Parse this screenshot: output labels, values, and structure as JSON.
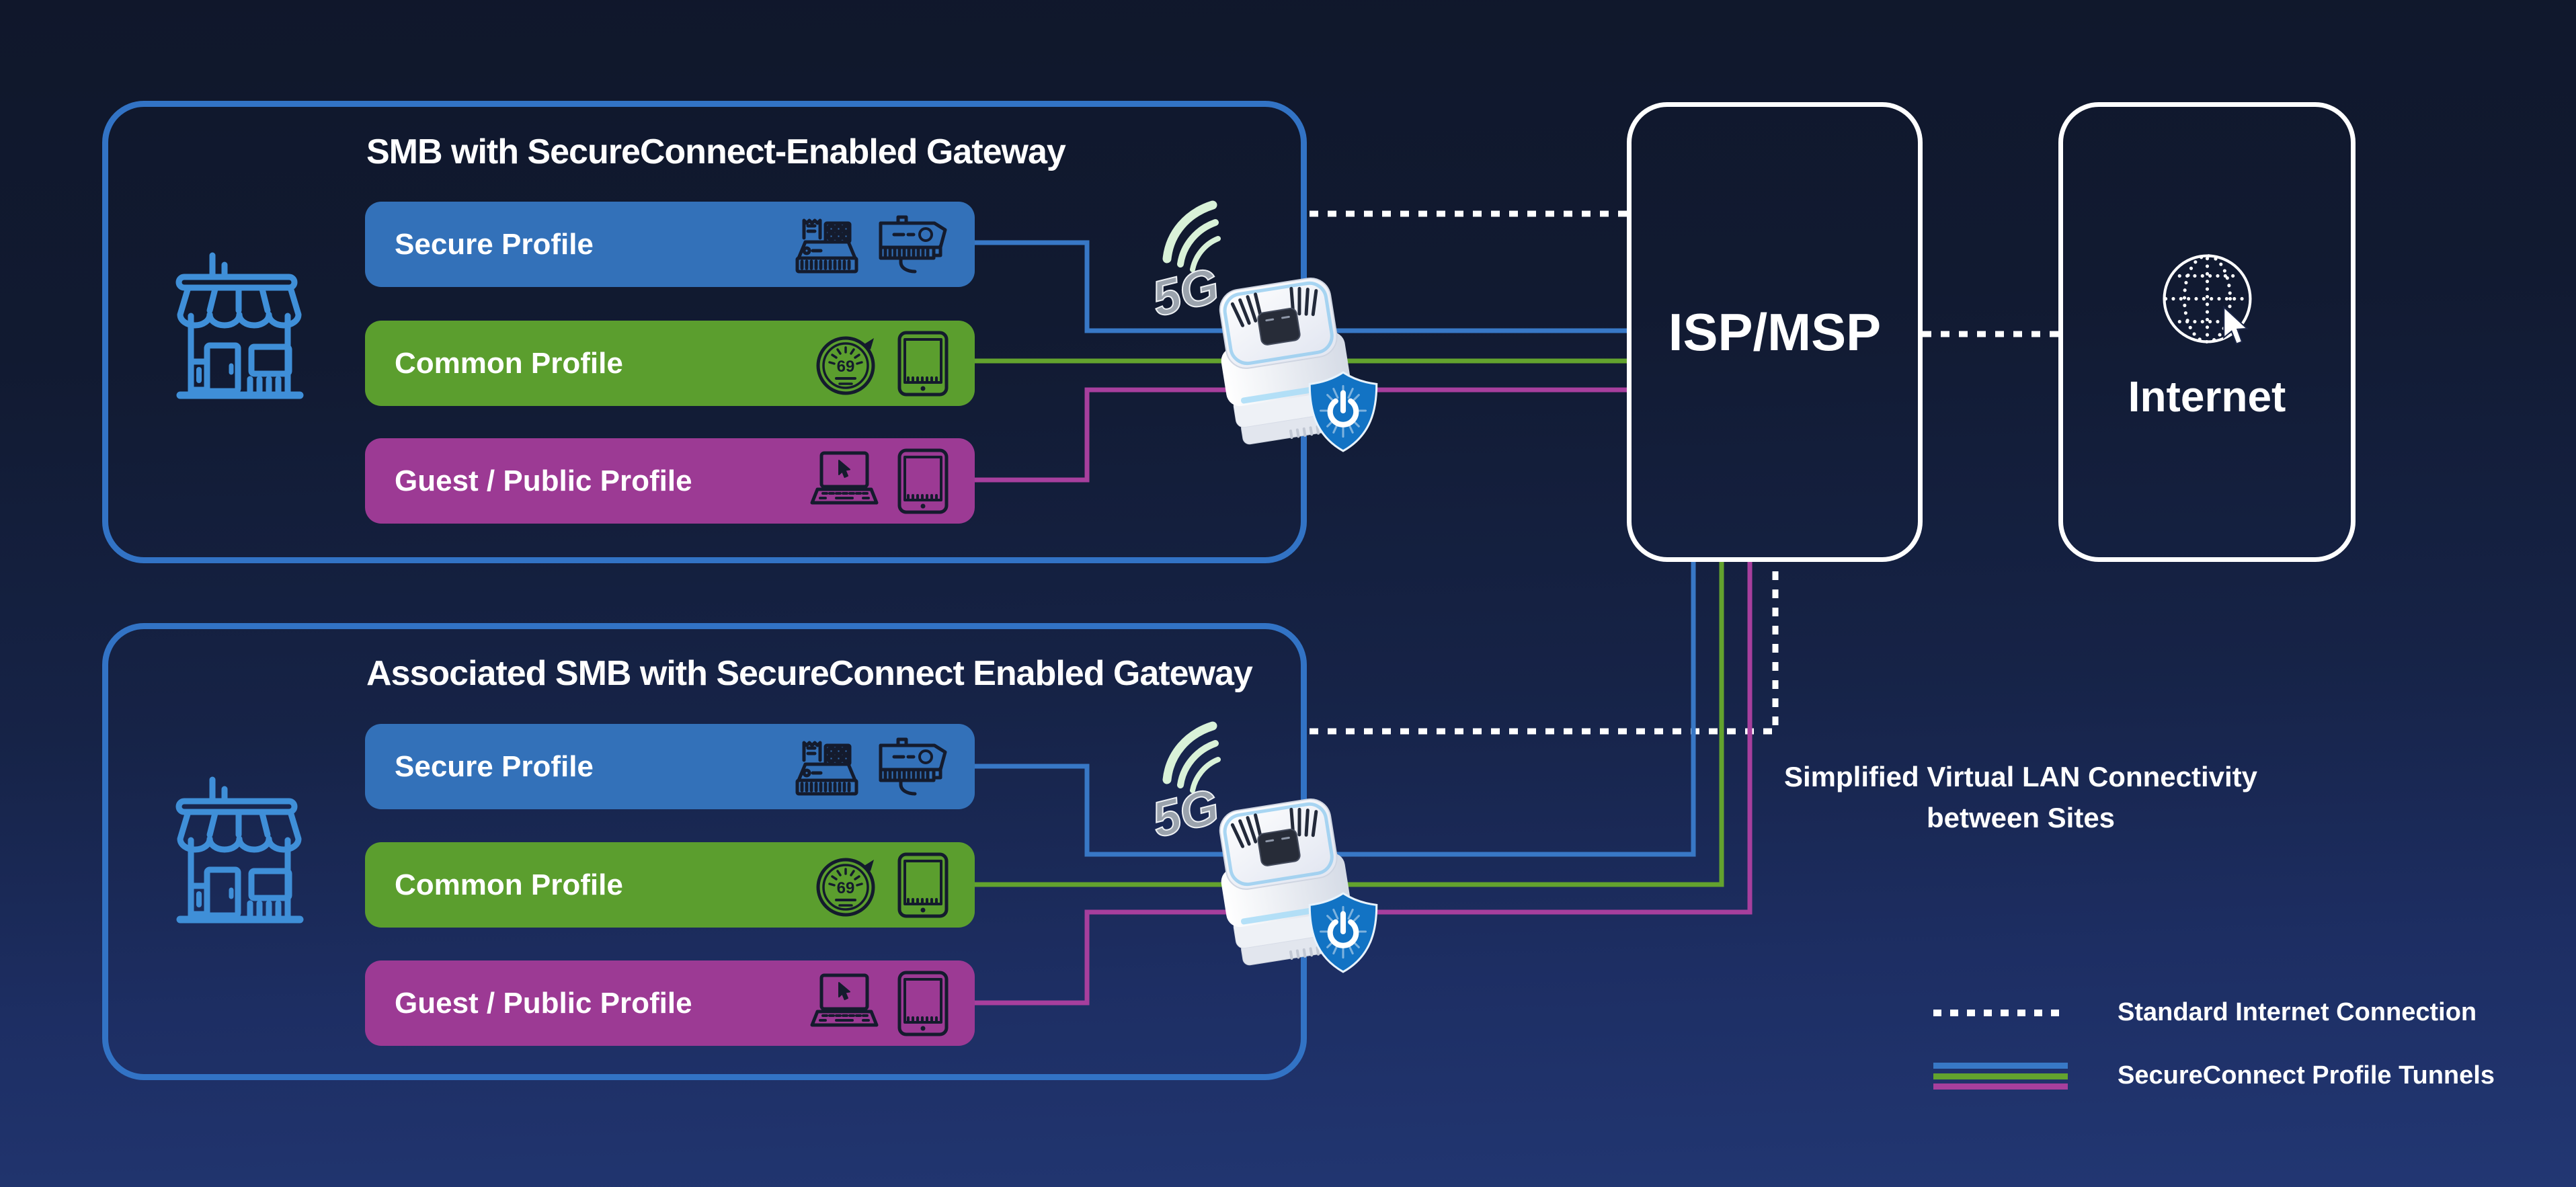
{
  "diagram": {
    "sites": [
      {
        "title": "SMB with SecureConnect-Enabled Gateway"
      },
      {
        "title": "Associated SMB with SecureConnect Enabled Gateway"
      }
    ],
    "profiles": [
      {
        "label": "Secure Profile",
        "color": "#3371b9",
        "icons": [
          "cash-register-icon",
          "security-camera-icon"
        ]
      },
      {
        "label": "Common Profile",
        "color": "#5b9e2e",
        "icons": [
          "speedometer-icon",
          "tablet-icon"
        ],
        "speedometer_value": "69"
      },
      {
        "label": "Guest / Public Profile",
        "color": "#9c3a94",
        "icons": [
          "laptop-icon",
          "tablet-icon"
        ]
      }
    ],
    "gateway_label": "5G",
    "isp_label": "ISP/MSP",
    "internet_label": "Internet",
    "note_line1": "Simplified Virtual LAN Connectivity",
    "note_line2": "between Sites",
    "legend": [
      {
        "label": "Standard Internet Connection",
        "swatch": "dotted-white-line",
        "color": "#ffffff"
      },
      {
        "label": "SecureConnect Profile Tunnels",
        "swatch": "three-tunnel-lines",
        "colors": [
          "#3878c6",
          "#63a32e",
          "#a73f9d"
        ]
      }
    ],
    "connection_colors": {
      "secure_tunnel": "#3878c6",
      "common_tunnel": "#63a32e",
      "guest_tunnel": "#a73f9d",
      "standard_internet": "#ffffff",
      "site_box_border": "#3273c5",
      "store_icon": "#3f8fd8",
      "shield": "#1273c4"
    }
  }
}
